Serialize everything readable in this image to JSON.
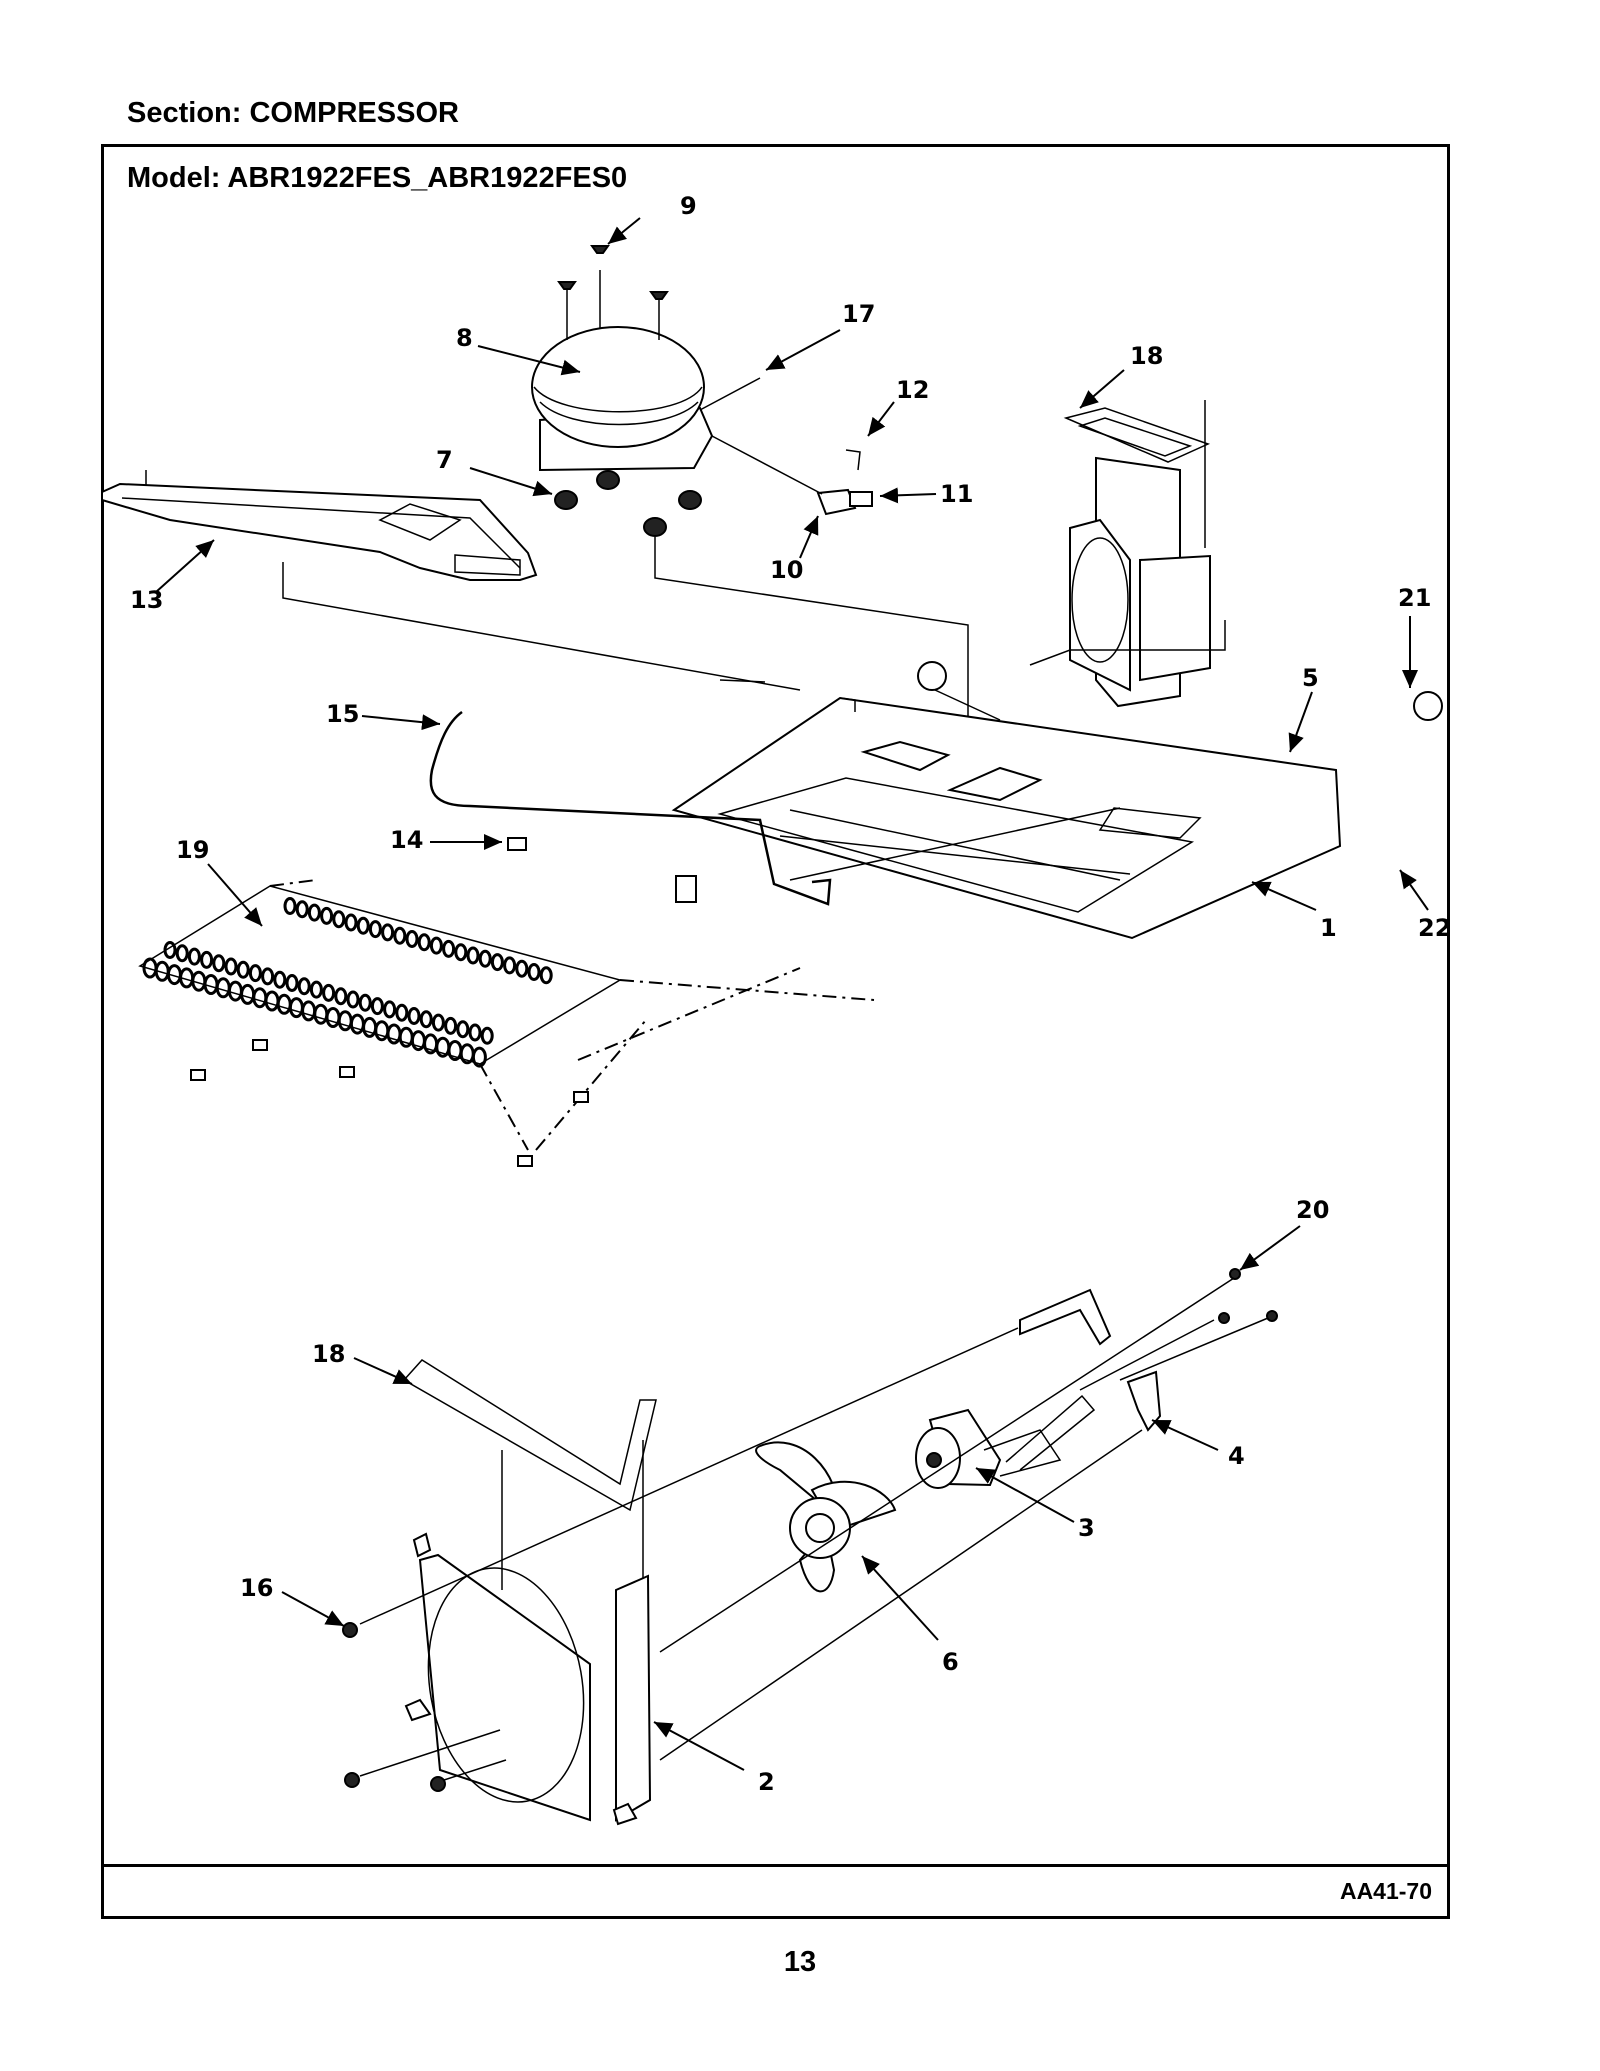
{
  "section": {
    "label": "Section:",
    "value": "COMPRESSOR"
  },
  "model": {
    "label": "Model:",
    "value": "ABR1922FES_ABR1922FES0"
  },
  "diagram_code": "AA41-70",
  "page_number": "13",
  "callouts": {
    "p1": "1",
    "p2": "2",
    "p3": "3",
    "p4": "4",
    "p5": "5",
    "p6": "6",
    "p7": "7",
    "p8": "8",
    "p9": "9",
    "p10": "10",
    "p11": "11",
    "p12": "12",
    "p13": "13",
    "p14": "14",
    "p15": "15",
    "p16": "16",
    "p17": "17",
    "p18a": "18",
    "p18b": "18",
    "p19": "19",
    "p20": "20",
    "p21": "21",
    "p22": "22"
  }
}
